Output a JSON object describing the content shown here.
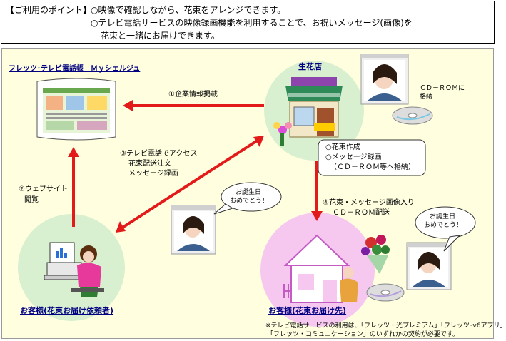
{
  "header": {
    "title": "【ご利用のポイント】",
    "point1": "○映像で確認しながら、花束をアレンジできます。",
    "point2": "○テレビ電話サービスの映像録画機能を利用することで、お祝いメッセージ(画像)を",
    "point3": "花束と一緒にお届けできます。"
  },
  "nodes": {
    "portal": "フレッツ･テレビ電話帳　Ｍｙシェルジュ",
    "florist": "生花店",
    "requester": "お客様(花束お届け依頼者)",
    "recipient": "お客様(花束お届け先)"
  },
  "arrows": {
    "step1": "①企業情報掲載",
    "step2_line1": "②ウェブサイト",
    "step2_line2": "閲覧",
    "step3_line1": "③テレビ電話でアクセス",
    "step3_line2": "花束配送注文",
    "step3_line3": "メッセージ録画",
    "step4_line1": "④花束・メッセージ画像入り",
    "step4_line2": "ＣＤ－ＲＯＭ配送"
  },
  "florist_tasks": {
    "line1": "○花束作成",
    "line2": "○メッセージ録画",
    "line3": "（ＣＤ－ＲＯＭ等へ格納）"
  },
  "cd_label": {
    "line1": "ＣＤ－ＲＯＭに",
    "line2": "格納"
  },
  "bubbles": {
    "left_line1": "お誕生日",
    "left_line2": "おめでとう！",
    "right_line1": "お誕生日",
    "right_line2": "おめでとう！"
  },
  "footnote": {
    "line1": "※テレビ電話サービスの利用は、「フレッツ・光プレミアム」「フレッツ･v6アプリ」",
    "line2": "「フレッツ・コミュニケーション」のいずれかの契約が必要です。"
  },
  "colors": {
    "arrow": "#e31a1a",
    "panel": "#ffffe0",
    "green_circle": "#d8f0d0",
    "pink_circle": "#f6c8f0",
    "title_blue": "#000080"
  }
}
